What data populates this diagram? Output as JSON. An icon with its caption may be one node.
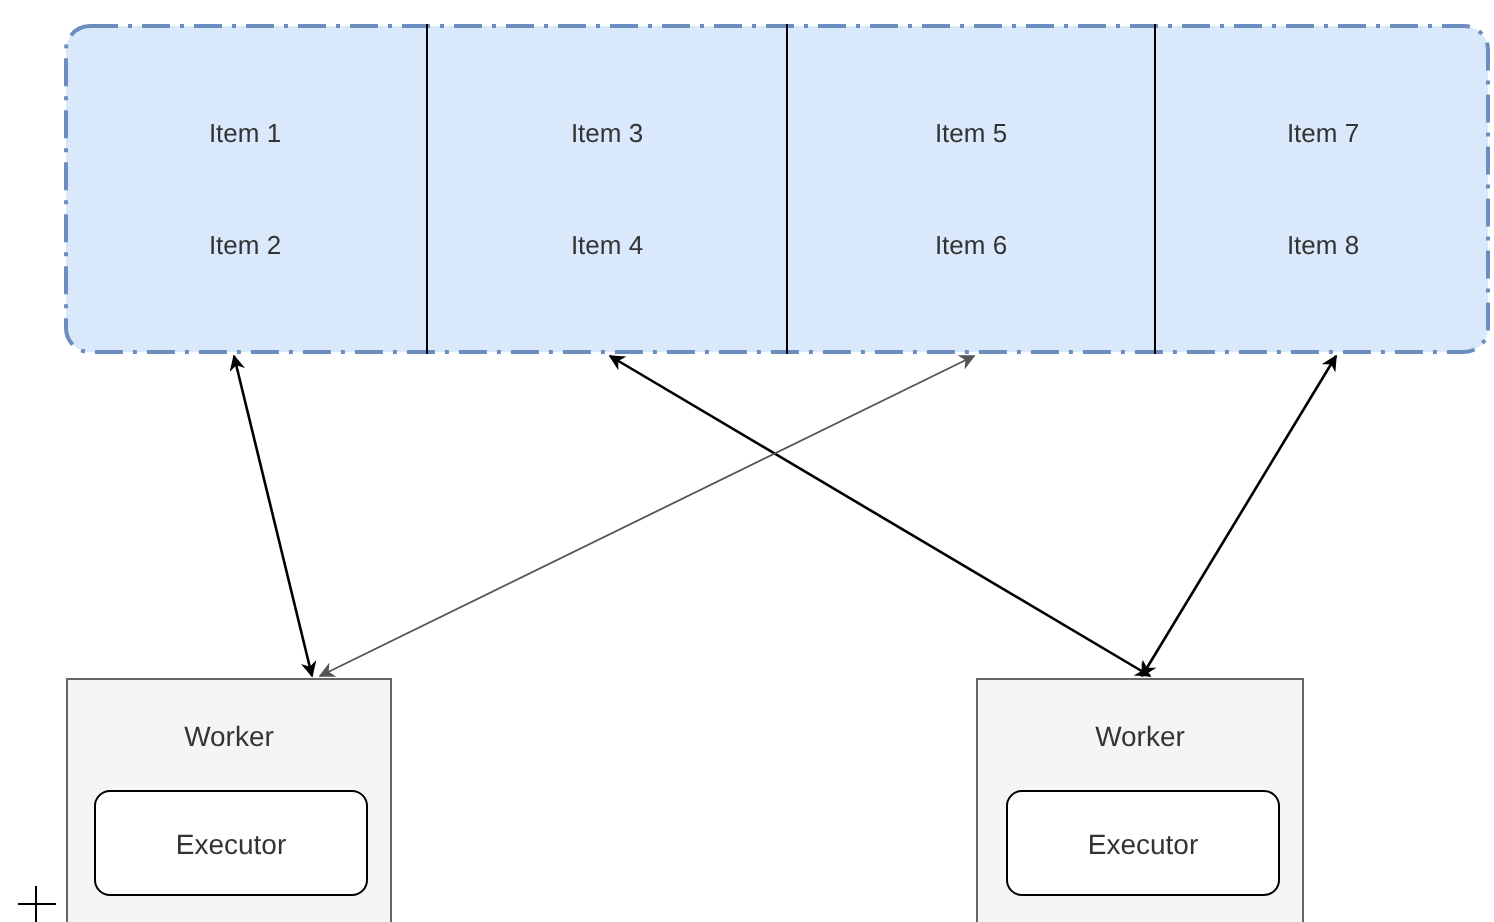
{
  "diagram": {
    "nodes": [
      {
        "text": [],
        "shape": "box"
      },
      {
        "text": [
          "Item 1",
          "Item 2"
        ],
        "in": 0
      },
      {
        "text": [
          "Item 3",
          "Item 4"
        ],
        "in": 0
      },
      {
        "text": [
          "Item 5",
          "Item 6"
        ],
        "in": 0
      },
      {
        "text": [
          "Item 7",
          "Item 8"
        ],
        "in": 0
      },
      {
        "text": [
          "Worker"
        ]
      },
      {
        "text": [
          "Executor"
        ],
        "in": 5
      },
      {
        "text": [
          "Worker"
        ]
      },
      {
        "text": [
          "Executor"
        ],
        "in": 7
      }
    ],
    "edges": [
      {
        "from": 1,
        "to": 5,
        "arrow": "both"
      },
      {
        "from": 2,
        "to": 7,
        "arrow": "both"
      },
      {
        "from": 3,
        "to": 5,
        "arrow": "both",
        "color": "#555555"
      },
      {
        "from": 4,
        "to": 7,
        "arrow": "both"
      }
    ]
  }
}
